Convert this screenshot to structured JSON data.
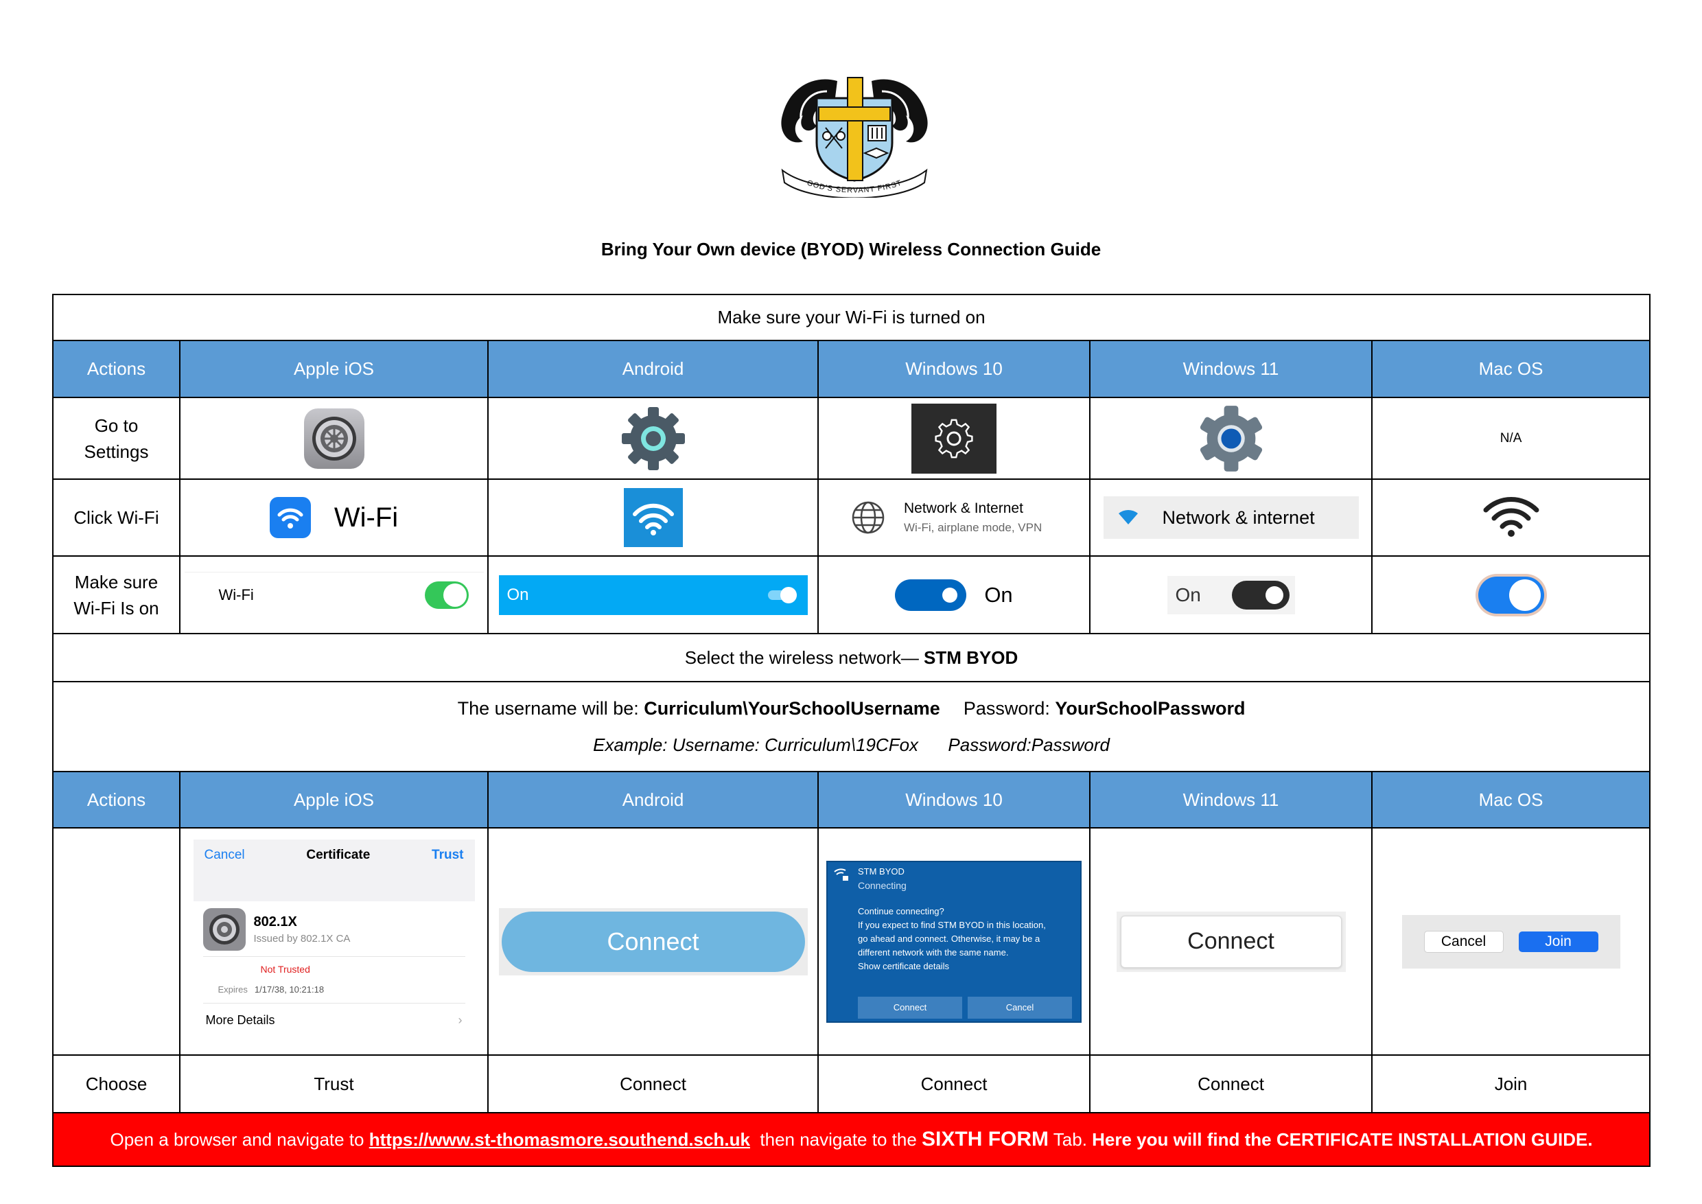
{
  "document": {
    "seal_motto": "GOD'S SERVANT FIRST",
    "title": "Bring Your Own device (BYOD) Wireless Connection Guide"
  },
  "section1": {
    "banner": "Make sure your Wi-Fi is turned on",
    "headers": [
      "Actions",
      "Apple iOS",
      "Android",
      "Windows 10",
      "Windows 11",
      "Mac OS"
    ],
    "rows": {
      "settings": {
        "action_line1": "Go to",
        "action_line2": "Settings",
        "macos": "N/A"
      },
      "wifi": {
        "action": "Click Wi-Fi",
        "ios_label": "Wi-Fi",
        "win10_title": "Network & Internet",
        "win10_sub": "Wi-Fi, airplane mode, VPN",
        "win11_label": "Network & internet"
      },
      "toggle": {
        "action_line1": "Make sure",
        "action_line2": "Wi-Fi Is on",
        "ios_label": "Wi-Fi",
        "android_label": "On",
        "win10_label": "On",
        "win11_label": "On"
      }
    }
  },
  "network": {
    "prefix": "Select the wireless network— ",
    "name": "STM BYOD"
  },
  "credentials": {
    "username_prefix": "The username will be: ",
    "username": "Curriculum\\YourSchoolUsername",
    "password_prefix": "Password: ",
    "password": "YourSchoolPassword",
    "example": "Example: Username: Curriculum\\19CFox      Password:Password"
  },
  "section2": {
    "headers": [
      "Actions",
      "Apple iOS",
      "Android",
      "Windows 10",
      "Windows 11",
      "Mac OS"
    ],
    "ios_cert": {
      "cancel": "Cancel",
      "title": "Certificate",
      "trust": "Trust",
      "name": "802.1X",
      "issuer": "Issued by 802.1X CA",
      "status": "Not Trusted",
      "expires_label": "Expires",
      "expires_value": "1/17/38, 10:21:18",
      "more": "More Details"
    },
    "android_button": "Connect",
    "win10_dialog": {
      "network": "STM BYOD",
      "status": "Connecting",
      "question": "Continue connecting?",
      "line1": "If you expect to find STM BYOD in this location,",
      "line2": "go ahead and connect. Otherwise, it may be a",
      "line3": "different network with the same name.",
      "line4": "Show certificate details",
      "connect": "Connect",
      "cancel": "Cancel"
    },
    "win11_button": "Connect",
    "mac_dialog": {
      "cancel": "Cancel",
      "join": "Join"
    },
    "choose_row": [
      "Choose",
      "Trust",
      "Connect",
      "Connect",
      "Connect",
      "Join"
    ]
  },
  "footer": {
    "part1": "Open a browser and navigate to ",
    "url": "https://www.st-thomasmore.southend.sch.uk",
    "part2": "  then navigate to the ",
    "sixth_form": "SIXTH FORM",
    "part3": " Tab. ",
    "part4": "Here you will find the CERTIFICATE INSTALLATION GUIDE."
  },
  "colors": {
    "header_blue": "#5b9bd5",
    "footer_red": "#ff0000",
    "ios_blue": "#1a7ff0",
    "ios_green": "#34c759",
    "android_teal": "#03a9f4",
    "win_blue": "#0067c0"
  }
}
